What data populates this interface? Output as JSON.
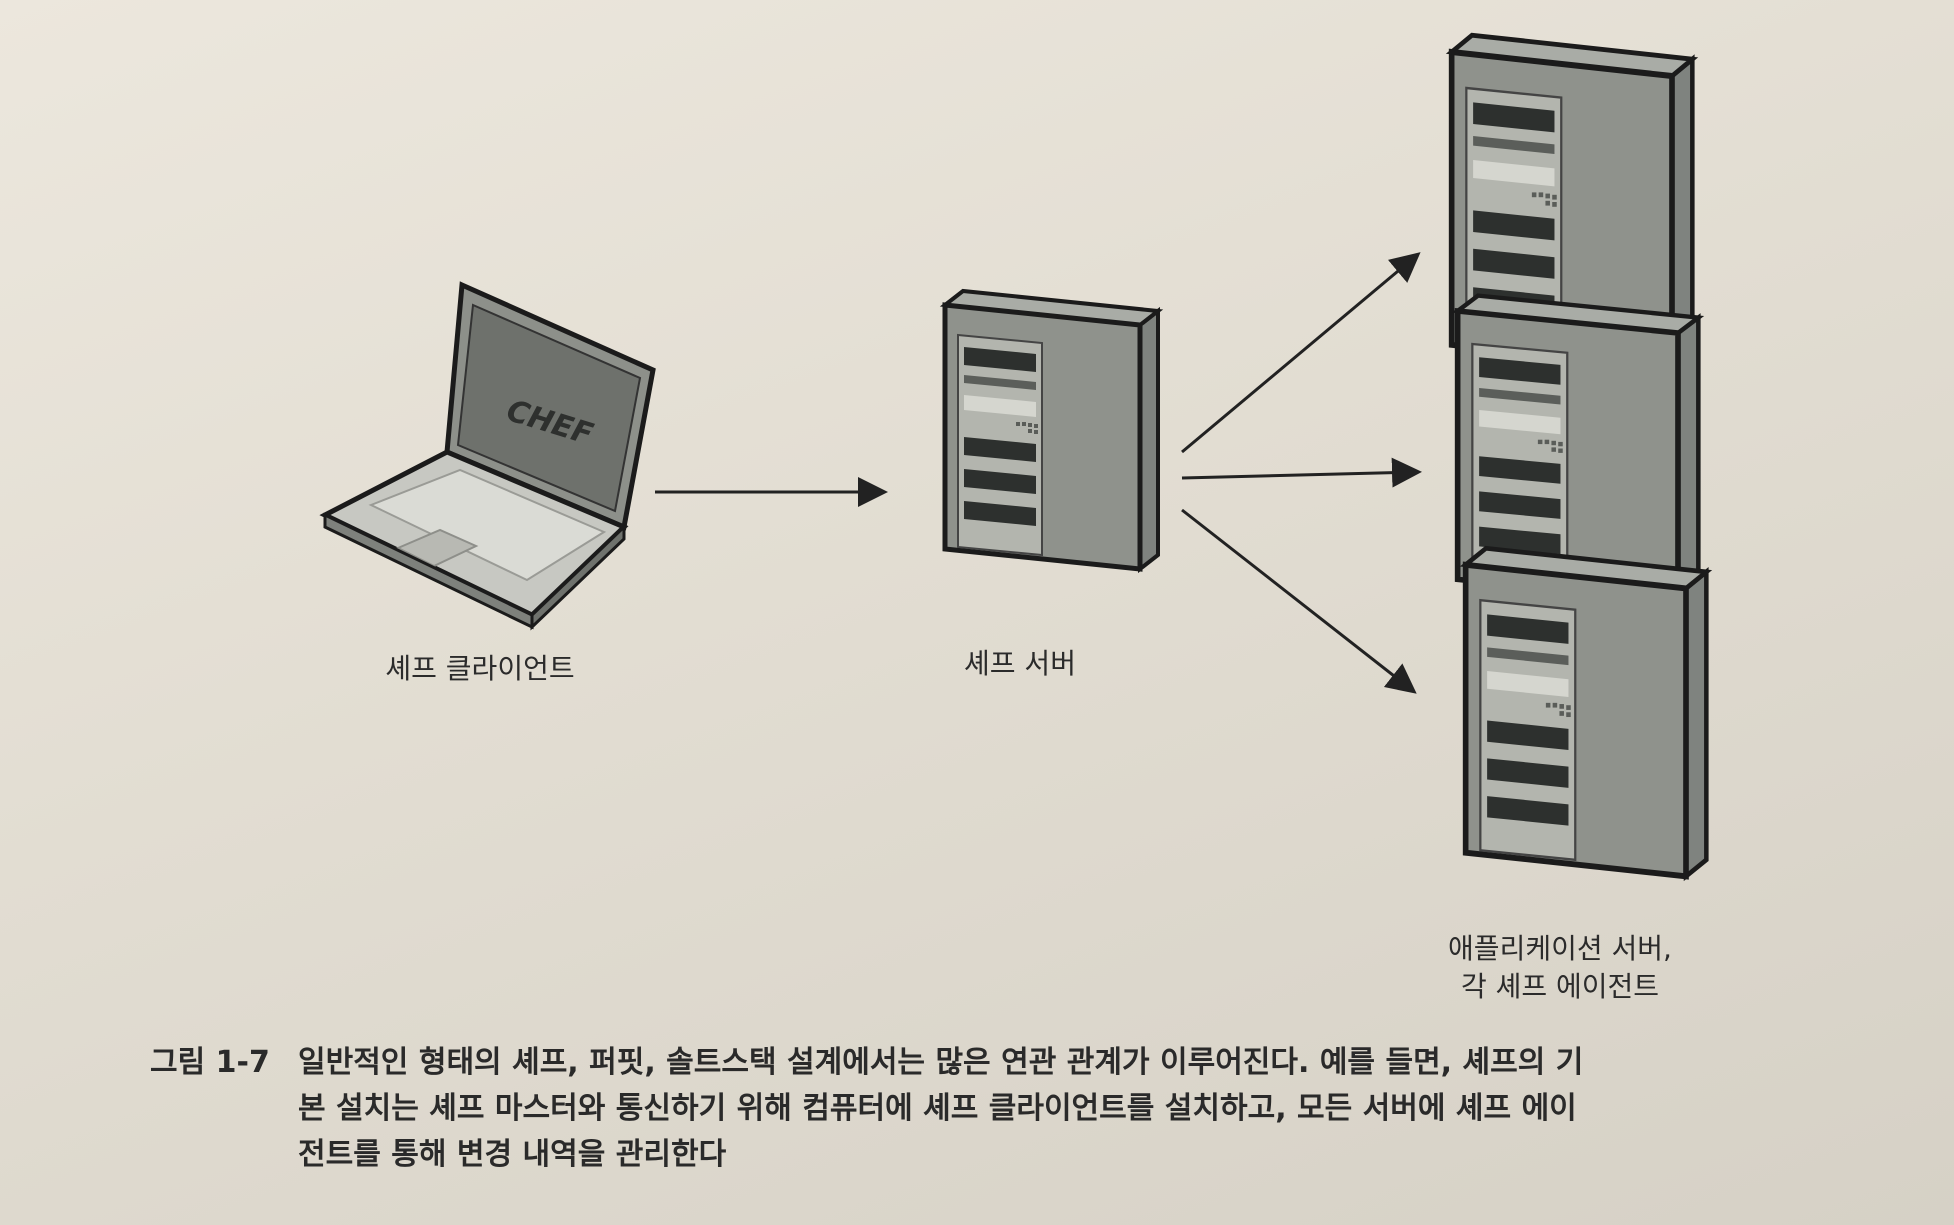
{
  "nodes": {
    "client_label": "셰프 클라이언트",
    "screen_logo": "CHEF",
    "server_label": "셰프 서버",
    "app_label_line1": "애플리케이션 서버,",
    "app_label_line2": "각 셰프 에이전트"
  },
  "caption": {
    "number": "그림 1-7",
    "line1": "일반적인 형태의 셰프, 퍼핏, 솔트스택 설계에서는 많은 연관 관계가 이루어진다. 예를 들면, 셰프의 기",
    "line2": "본 설치는 셰프 마스터와 통신하기 위해 컴퓨터에 셰프 클라이언트를 설치하고, 모든 서버에 셰프 에이",
    "line3": "전트를 통해 변경 내역을 관리한다"
  }
}
